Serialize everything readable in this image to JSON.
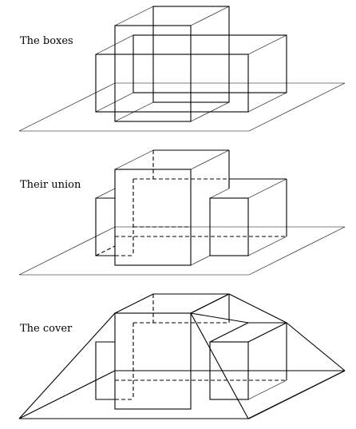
{
  "panels": [
    {
      "label": "The boxes"
    },
    {
      "label": "Their union"
    },
    {
      "label": "The cover"
    }
  ]
}
